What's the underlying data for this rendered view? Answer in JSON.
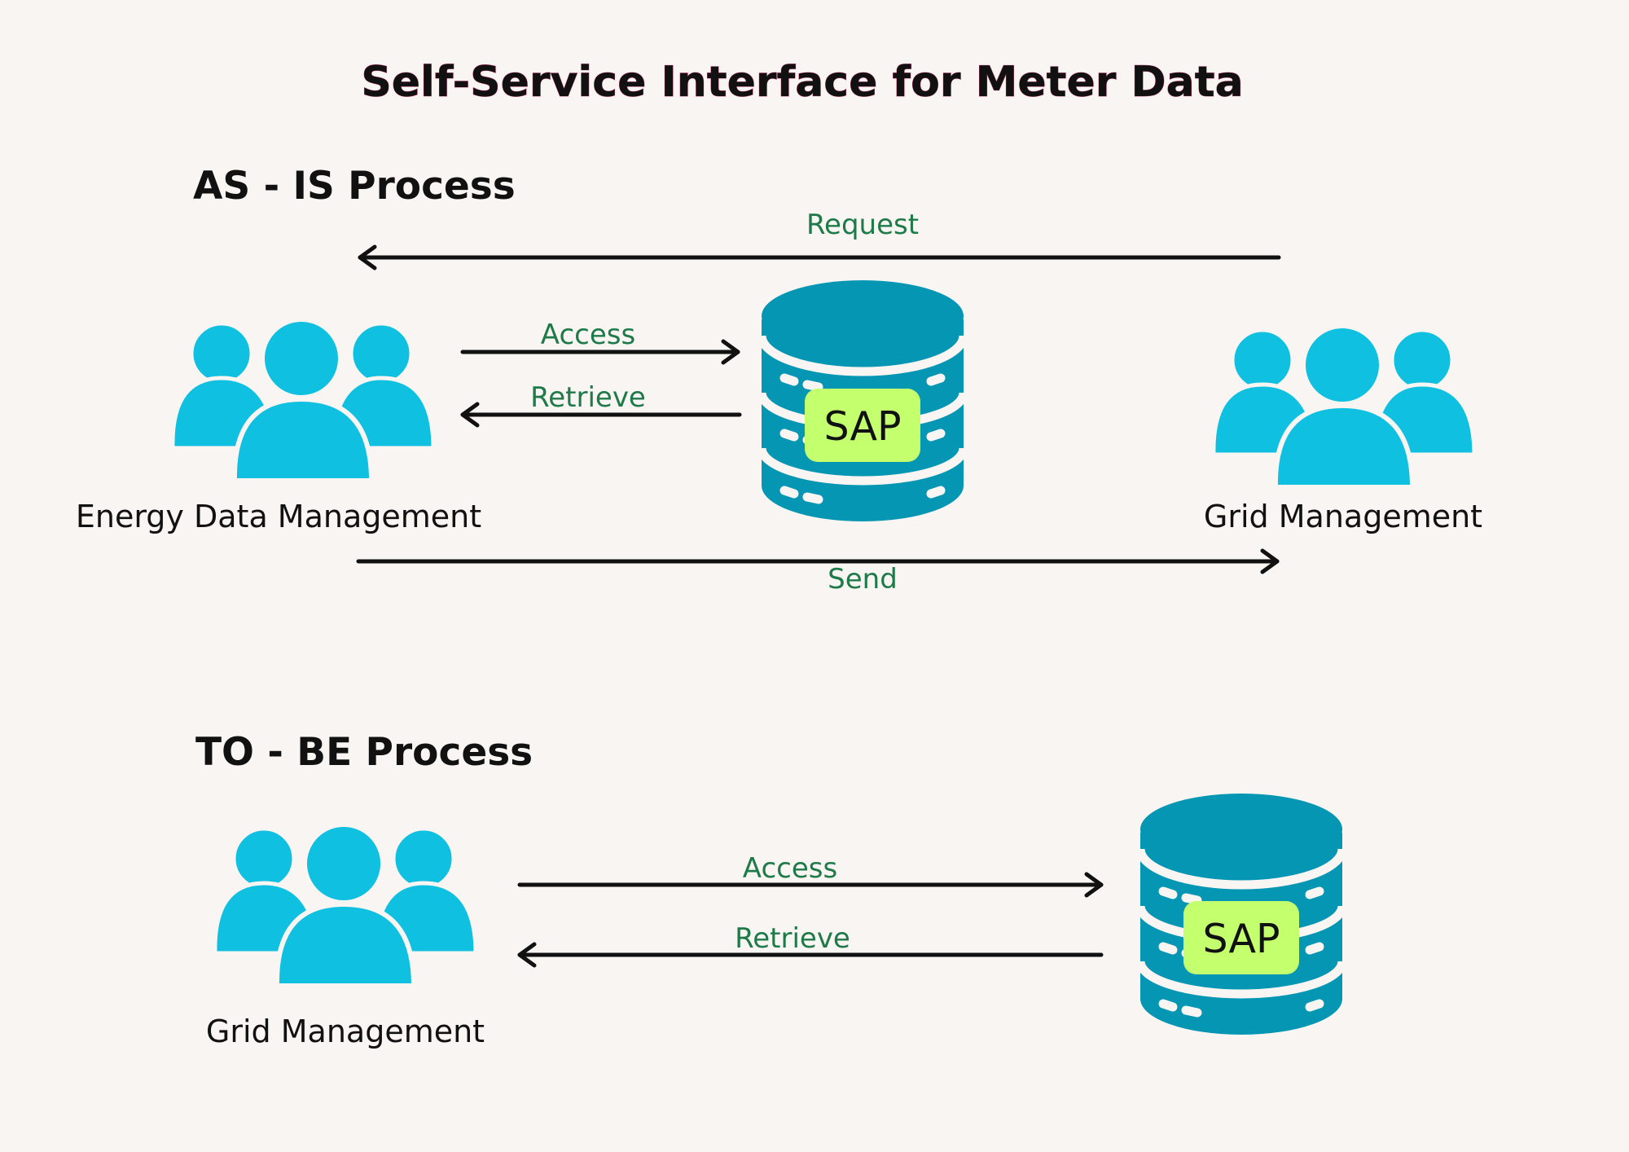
{
  "title": "Self-Service Interface for Meter Data",
  "as_is": {
    "heading": "AS - IS Process",
    "actor_left": "Energy Data Management",
    "actor_right": "Grid Management",
    "database_label": "SAP",
    "arrows": {
      "request": "Request",
      "access": "Access",
      "retrieve": "Retrieve",
      "send": "Send"
    }
  },
  "to_be": {
    "heading": "TO - BE Process",
    "actor": "Grid Management",
    "database_label": "SAP",
    "arrows": {
      "access": "Access",
      "retrieve": "Retrieve"
    }
  },
  "colors": {
    "people_icon": "#0fc0e0",
    "database": "#0596b4",
    "sap_badge": "#c4ff6e",
    "arrow_label": "#1e7a48",
    "background": "#f9f5f2"
  },
  "icons": [
    "people-group-icon",
    "database-icon"
  ]
}
